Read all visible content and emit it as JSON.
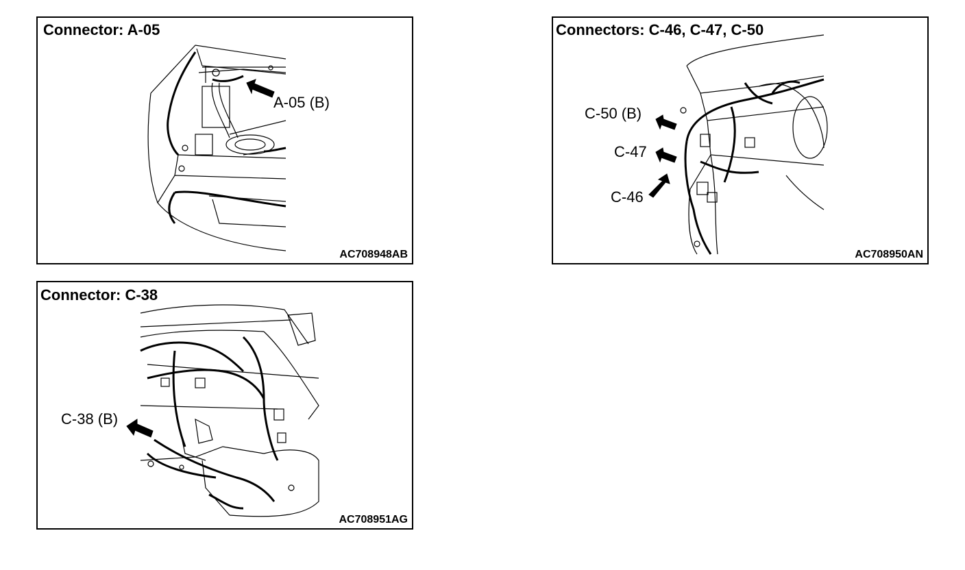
{
  "panels": [
    {
      "title": "Connector: A-05",
      "callouts": [
        "A-05 (B)"
      ],
      "figure_id": "AC708948AB"
    },
    {
      "title": "Connectors: C-46, C-47, C-50",
      "callouts": [
        "C-50 (B)",
        "C-47",
        "C-46"
      ],
      "figure_id": "AC708950AN"
    },
    {
      "title": "Connector: C-38",
      "callouts": [
        "C-38 (B)"
      ],
      "figure_id": "AC708951AG"
    }
  ]
}
